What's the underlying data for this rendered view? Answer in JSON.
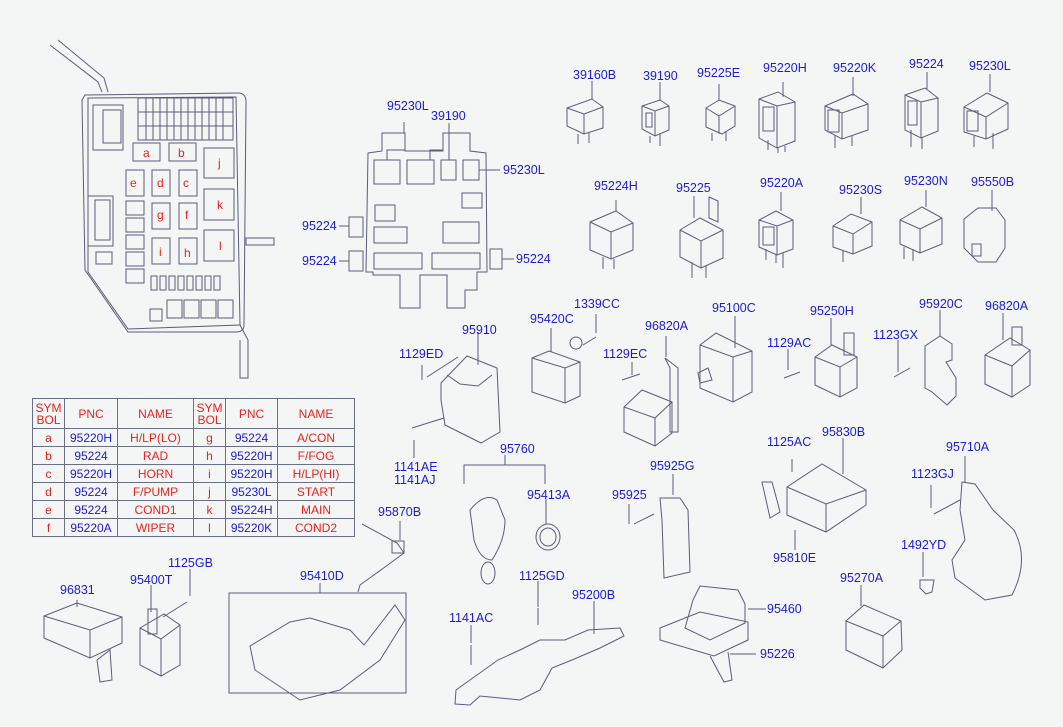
{
  "diagram": {
    "background": "#f4f5f5",
    "label_color": "#1c1cd0",
    "fuse_label_color": "#e8231e",
    "line_color": "#5a5e78"
  },
  "fusebox": {
    "positions": [
      "a",
      "b",
      "c",
      "d",
      "e",
      "f",
      "g",
      "h",
      "i",
      "j",
      "k",
      "l"
    ]
  },
  "legend": {
    "headers": [
      "SYM\nBOL",
      "PNC",
      "NAME",
      "SYM\nBOL",
      "PNC",
      "NAME"
    ],
    "rows": [
      {
        "sym": "a",
        "pnc": "95220H",
        "name": "H/LP(LO)",
        "sym2": "g",
        "pnc2": "95224",
        "name2": "A/CON"
      },
      {
        "sym": "b",
        "pnc": "95224",
        "name": "RAD",
        "sym2": "h",
        "pnc2": "95220H",
        "name2": "F/FOG"
      },
      {
        "sym": "c",
        "pnc": "95220H",
        "name": "HORN",
        "sym2": "i",
        "pnc2": "95220H",
        "name2": "H/LP(HI)"
      },
      {
        "sym": "d",
        "pnc": "95224",
        "name": "F/PUMP",
        "sym2": "j",
        "pnc2": "95230L",
        "name2": "START"
      },
      {
        "sym": "e",
        "pnc": "95224",
        "name": "COND1",
        "sym2": "k",
        "pnc2": "95224H",
        "name2": "MAIN"
      },
      {
        "sym": "f",
        "pnc": "95220A",
        "name": "WIPER",
        "sym2": "l",
        "pnc2": "95220K",
        "name2": "COND2"
      }
    ]
  },
  "relay_block_labels": {
    "top_left": "95230L",
    "top_mid": "39190",
    "right_upper": "95230L",
    "left_upper": "95224",
    "left_lower": "95224",
    "right_lower": "95224"
  },
  "relay_row1": [
    "39160B",
    "39190",
    "95225E",
    "95220H",
    "95220K",
    "95224",
    "95230L"
  ],
  "relay_row2": [
    "95224H",
    "95225",
    "95220A",
    "95230S",
    "95230N",
    "95550B"
  ],
  "parts": {
    "p1129ED": "1129ED",
    "p95910": "95910",
    "p1141AE": "1141AE",
    "p1141AJ": "1141AJ",
    "p95420C": "95420C",
    "p1339CC": "1339CC",
    "p96820A_1": "96820A",
    "p1129EC": "1129EC",
    "p95100C": "95100C",
    "p1129AC": "1129AC",
    "p95250H": "95250H",
    "p1123GX": "1123GX",
    "p95920C": "95920C",
    "p96820A_2": "96820A",
    "p95760": "95760",
    "p95413A": "95413A",
    "p95925G": "95925G",
    "p95925": "95925",
    "p1125AC": "1125AC",
    "p95830B": "95830B",
    "p95810E": "95810E",
    "p95710A": "95710A",
    "p1123GJ": "1123GJ",
    "p1492YD": "1492YD",
    "p95870B": "95870B",
    "p96831": "96831",
    "p95400T": "95400T",
    "p1125GB": "1125GB",
    "p95410D": "95410D",
    "p1125GD": "1125GD",
    "p1141AC": "1141AC",
    "p95200B": "95200B",
    "p95460": "95460",
    "p95226": "95226",
    "p95270A": "95270A"
  }
}
